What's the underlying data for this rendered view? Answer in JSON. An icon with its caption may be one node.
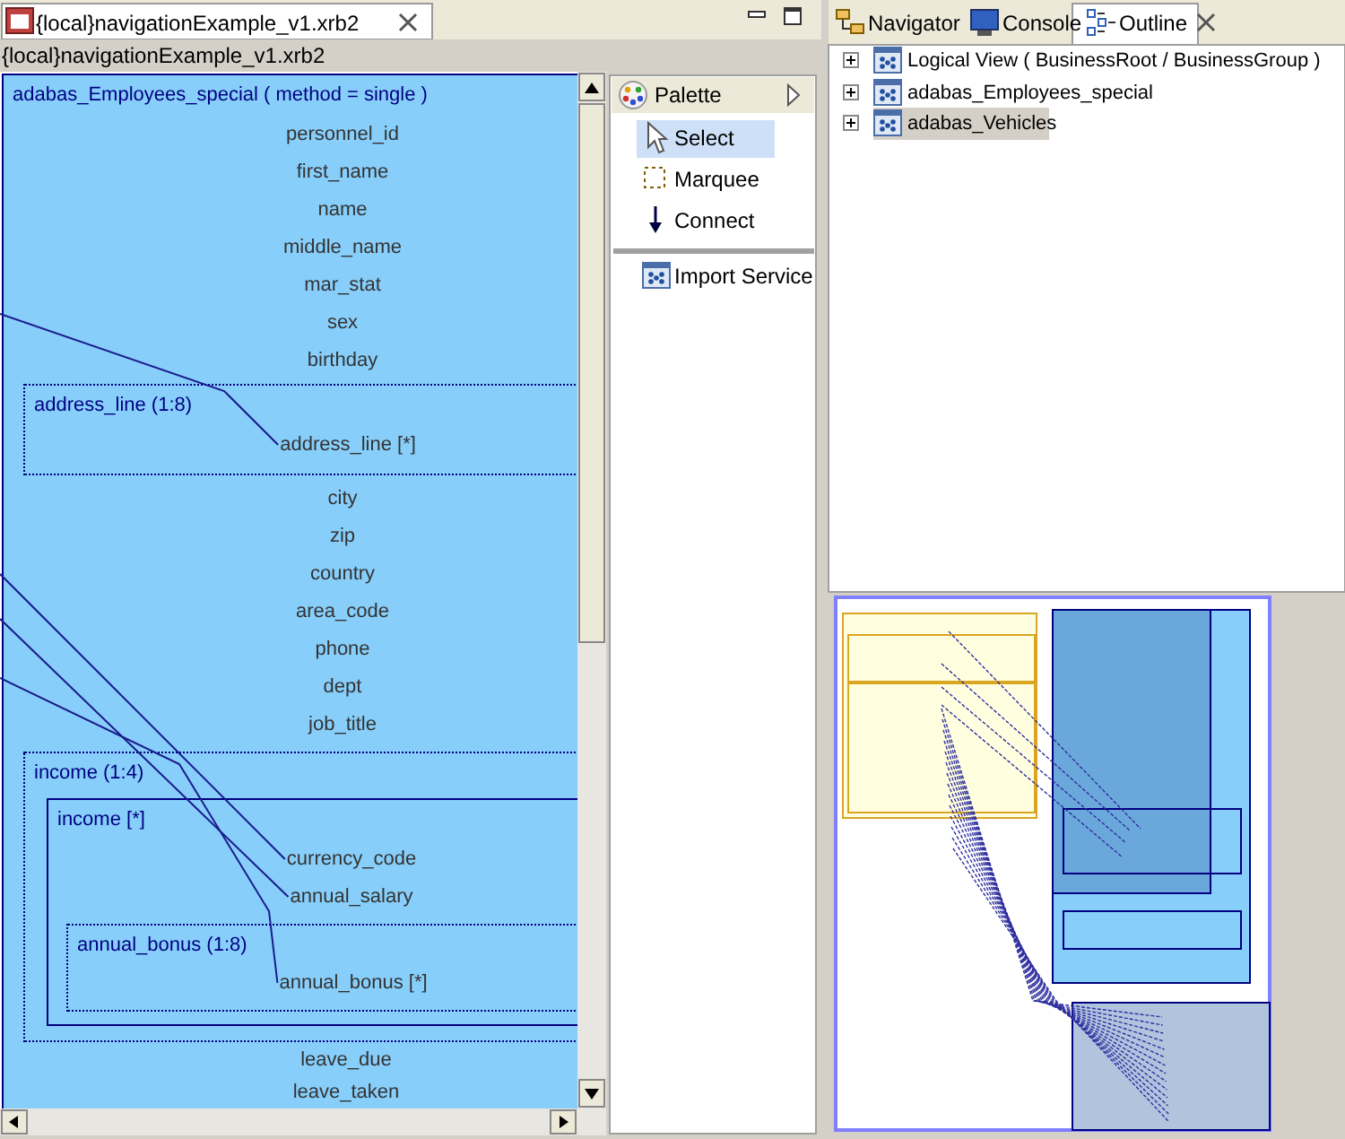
{
  "diagram": {
    "nodes": [
      {
        "text": [
          "adabas_Employees_special ( method = single )"
        ]
      },
      {
        "text": [
          "personnel_id"
        ],
        "in": 0
      },
      {
        "text": [
          "first_name"
        ],
        "in": 0
      },
      {
        "text": [
          "name"
        ],
        "in": 0
      },
      {
        "text": [
          "middle_name"
        ],
        "in": 0
      },
      {
        "text": [
          "mar_stat"
        ],
        "in": 0
      },
      {
        "text": [
          "sex"
        ],
        "in": 0
      },
      {
        "text": [
          "birthday"
        ],
        "in": 0
      },
      {
        "text": [
          "address_line (1:8)"
        ],
        "in": 0
      },
      {
        "text": [
          "address_line [*]"
        ],
        "in": 8
      },
      {
        "text": [
          "city"
        ],
        "in": 0
      },
      {
        "text": [
          "zip"
        ],
        "in": 0
      },
      {
        "text": [
          "country"
        ],
        "in": 0
      },
      {
        "text": [
          "area_code"
        ],
        "in": 0
      },
      {
        "text": [
          "phone"
        ],
        "in": 0
      },
      {
        "text": [
          "dept"
        ],
        "in": 0
      },
      {
        "text": [
          "job_title"
        ],
        "in": 0
      },
      {
        "text": [
          "income (1:4)"
        ],
        "in": 0
      },
      {
        "text": [
          "income [*]"
        ],
        "in": 17
      },
      {
        "text": [
          "currency_code"
        ],
        "in": 18
      },
      {
        "text": [
          "annual_salary"
        ],
        "in": 18
      },
      {
        "text": [
          "annual_bonus (1:8)"
        ],
        "in": 18
      },
      {
        "text": [
          "annual_bonus [*]"
        ],
        "in": 21
      },
      {
        "text": [
          "leave_due"
        ],
        "in": 0
      },
      {
        "text": [
          "leave_taken"
        ],
        "in": 0
      }
    ],
    "edges": [
      {
        "from": null,
        "to": 9,
        "arrow": "none"
      },
      {
        "from": null,
        "to": 19,
        "arrow": "none"
      },
      {
        "from": null,
        "to": 20,
        "arrow": "none"
      },
      {
        "from": null,
        "to": 22,
        "arrow": "none"
      }
    ],
    "labels": [
      "{local}navigationExample_v1.xrb2",
      "{local}navigationExample_v1.xrb2",
      "Palette",
      "Select",
      "Marquee",
      "Connect",
      "Import Service",
      "Navigator",
      "Console",
      "Outline",
      "Logical View ( BusinessRoot / BusinessGroup )",
      "adabas_Employees_special",
      "adabas_Vehicles"
    ]
  }
}
